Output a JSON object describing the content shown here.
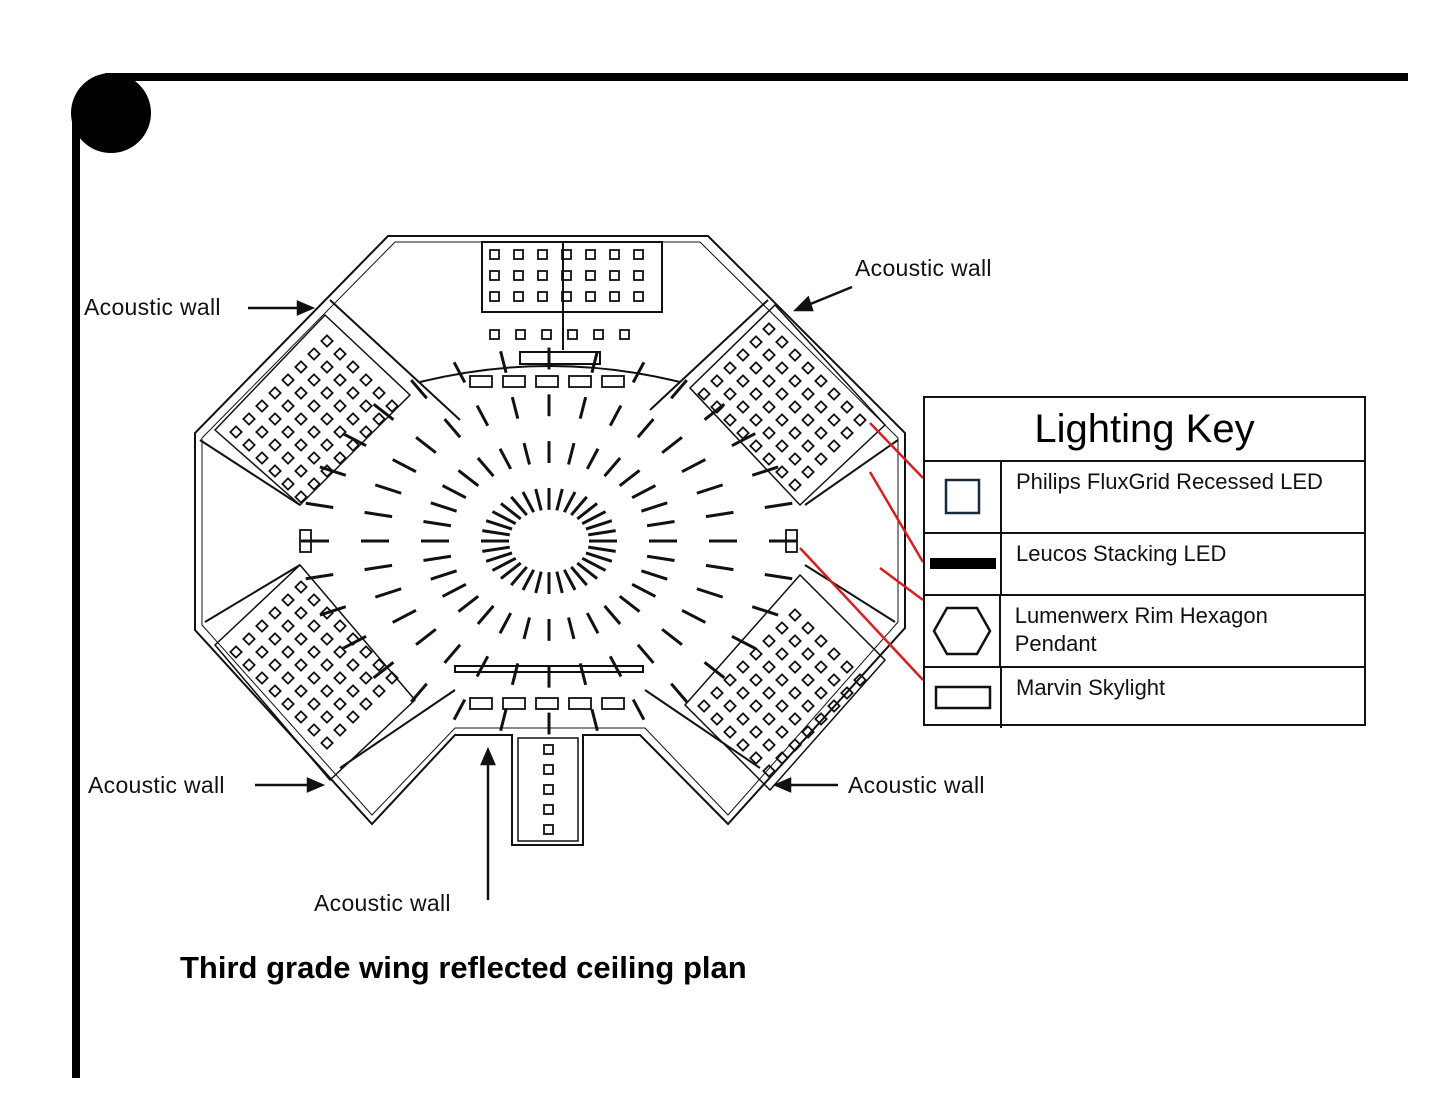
{
  "labels": {
    "acoustic_top_left": "Acoustic wall",
    "acoustic_top_right": "Acoustic wall",
    "acoustic_bottom_left": "Acoustic wall",
    "acoustic_bottom_right": "Acoustic wall",
    "acoustic_bottom_center": "Acoustic wall"
  },
  "title": "Third grade wing reflected ceiling plan",
  "lighting_key": {
    "title": "Lighting Key",
    "items": [
      {
        "label": "Philips FluxGrid Recessed LED",
        "icon": "square-icon"
      },
      {
        "label": "Leucos Stacking LED",
        "icon": "bar-icon"
      },
      {
        "label": "Lumenwerx Rim Hexagon Pendant",
        "icon": "hexagon-icon"
      },
      {
        "label": "Marvin Skylight",
        "icon": "rectangle-icon"
      }
    ]
  },
  "colors": {
    "frame": "#000000",
    "leader_line": "#d42020",
    "plan_line": "#111111"
  }
}
